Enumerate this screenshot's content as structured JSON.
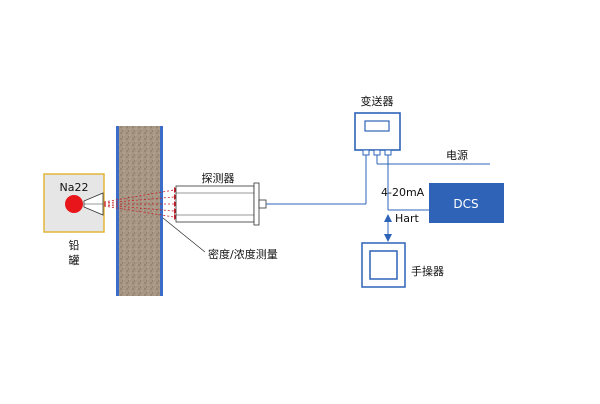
{
  "labels": {
    "source": "Na22",
    "lead_tank": [
      "铅",
      "罐"
    ],
    "detector": "探测器",
    "measurement": "密度/浓度测量",
    "transmitter": "变送器",
    "power": "电源",
    "signal": "4-20mA",
    "dcs": "DCS",
    "hart": "Hart",
    "handheld": "手操器"
  },
  "colors": {
    "blue_line": "#2e63b8",
    "dcs_fill": "#2e63b8",
    "wall_fill": "#a89684",
    "wall_edge": "#3b6cc7",
    "lead_fill": "#e6e6e6",
    "lead_border": "#e0b63a",
    "source_dot": "#e8151b",
    "beam": "#c8202a"
  },
  "icons": {
    "transmitter": "transmitter-box-icon",
    "handheld": "handheld-terminal-icon",
    "source": "radiation-source-icon"
  }
}
